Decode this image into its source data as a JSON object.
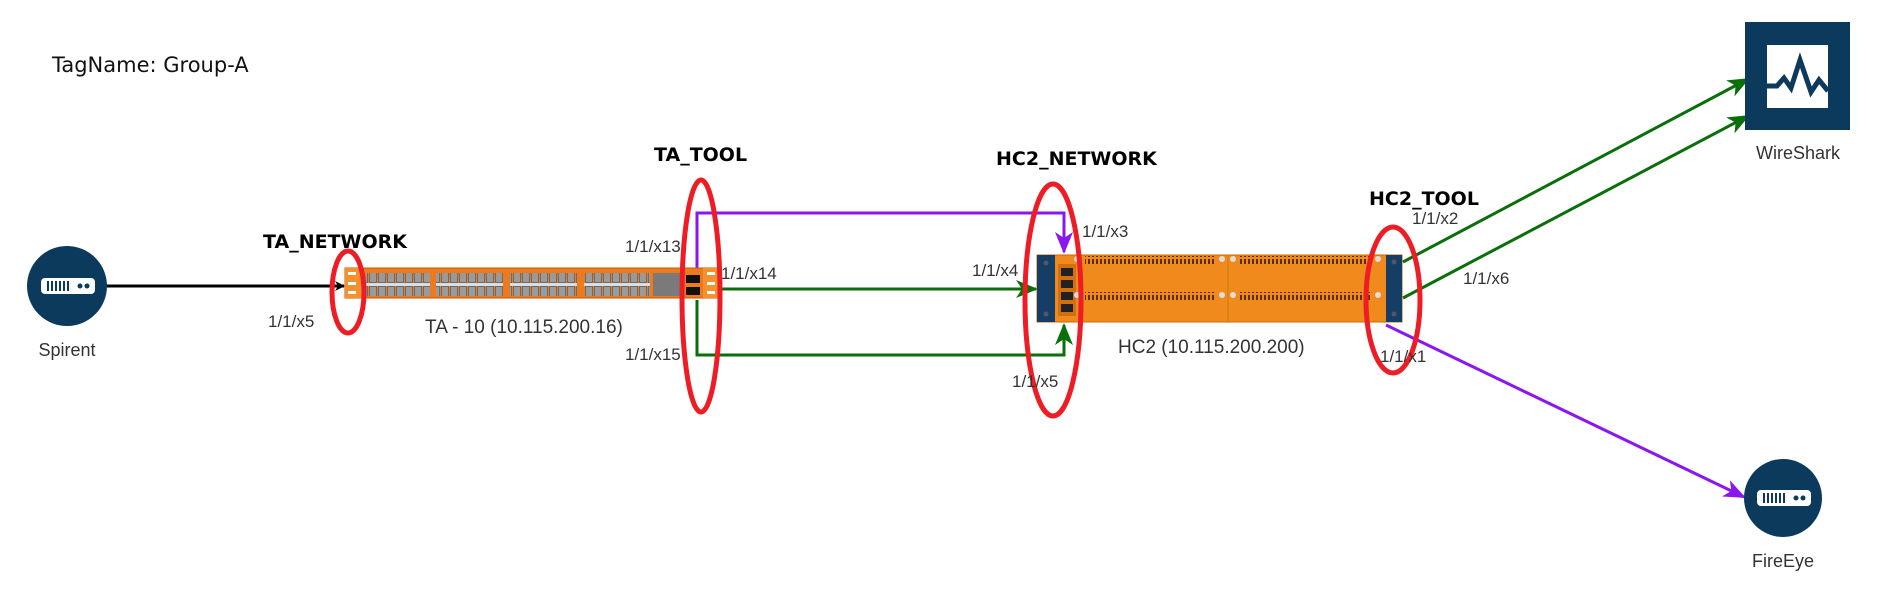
{
  "tag_name": "TagName: Group-A",
  "colors": {
    "node_fill": "#0b3a5c",
    "device_orange": "#f08a1c",
    "highlight_red": "#ee1c24",
    "link_black": "#000000",
    "link_green": "#0a6e0a",
    "link_purple": "#8a17f0"
  },
  "groups": {
    "ta_network": "TA_NETWORK",
    "ta_tool": "TA_TOOL",
    "hc2_network": "HC2_NETWORK",
    "hc2_tool": "HC2_TOOL"
  },
  "devices": {
    "ta": {
      "label": "TA - 10 (10.115.200.16)"
    },
    "hc2": {
      "label": "HC2  (10.115.200.200)"
    }
  },
  "nodes": {
    "spirent": {
      "label": "Spirent",
      "icon": "server-icon"
    },
    "wireshark": {
      "label": "WireShark",
      "icon": "waveform-icon"
    },
    "fireeye": {
      "label": "FireEye",
      "icon": "server-icon"
    }
  },
  "ports": {
    "ta_x5": "1/1/x5",
    "ta_x13": "1/1/x13",
    "ta_x14": "1/1/x14",
    "ta_x15": "1/1/x15",
    "hc2_x3": "1/1/x3",
    "hc2_x4": "1/1/x4",
    "hc2_x5": "1/1/x5",
    "hc2_x2": "1/1/x2",
    "hc2_x6": "1/1/x6",
    "hc2_x1": "1/1/x1"
  },
  "links": [
    {
      "from": "Spirent",
      "to": "TA 1/1/x5",
      "color": "black"
    },
    {
      "from": "TA 1/1/x13",
      "to": "HC2 1/1/x3",
      "color": "purple"
    },
    {
      "from": "TA 1/1/x14",
      "to": "HC2 1/1/x4",
      "color": "green"
    },
    {
      "from": "TA 1/1/x15",
      "to": "HC2 1/1/x5",
      "color": "green"
    },
    {
      "from": "HC2 1/1/x2",
      "to": "WireShark",
      "color": "green"
    },
    {
      "from": "HC2 1/1/x6",
      "to": "WireShark",
      "color": "green"
    },
    {
      "from": "HC2 1/1/x1",
      "to": "FireEye",
      "color": "purple"
    }
  ]
}
